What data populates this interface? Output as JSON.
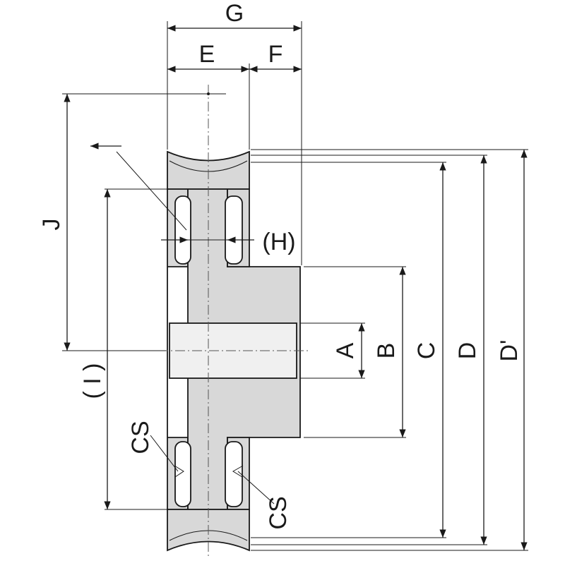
{
  "labels": {
    "G": "G",
    "E": "E",
    "F": "F",
    "J": "J",
    "H": "(H)",
    "I": "( I )",
    "A": "A",
    "B": "B",
    "C": "C",
    "D": "D",
    "D_prime": "D'",
    "CS_left": "CS",
    "CS_right": "CS"
  },
  "colors": {
    "fill": "#d8d8d8",
    "bore": "#f0f0f0",
    "line": "#1a1a1a"
  }
}
